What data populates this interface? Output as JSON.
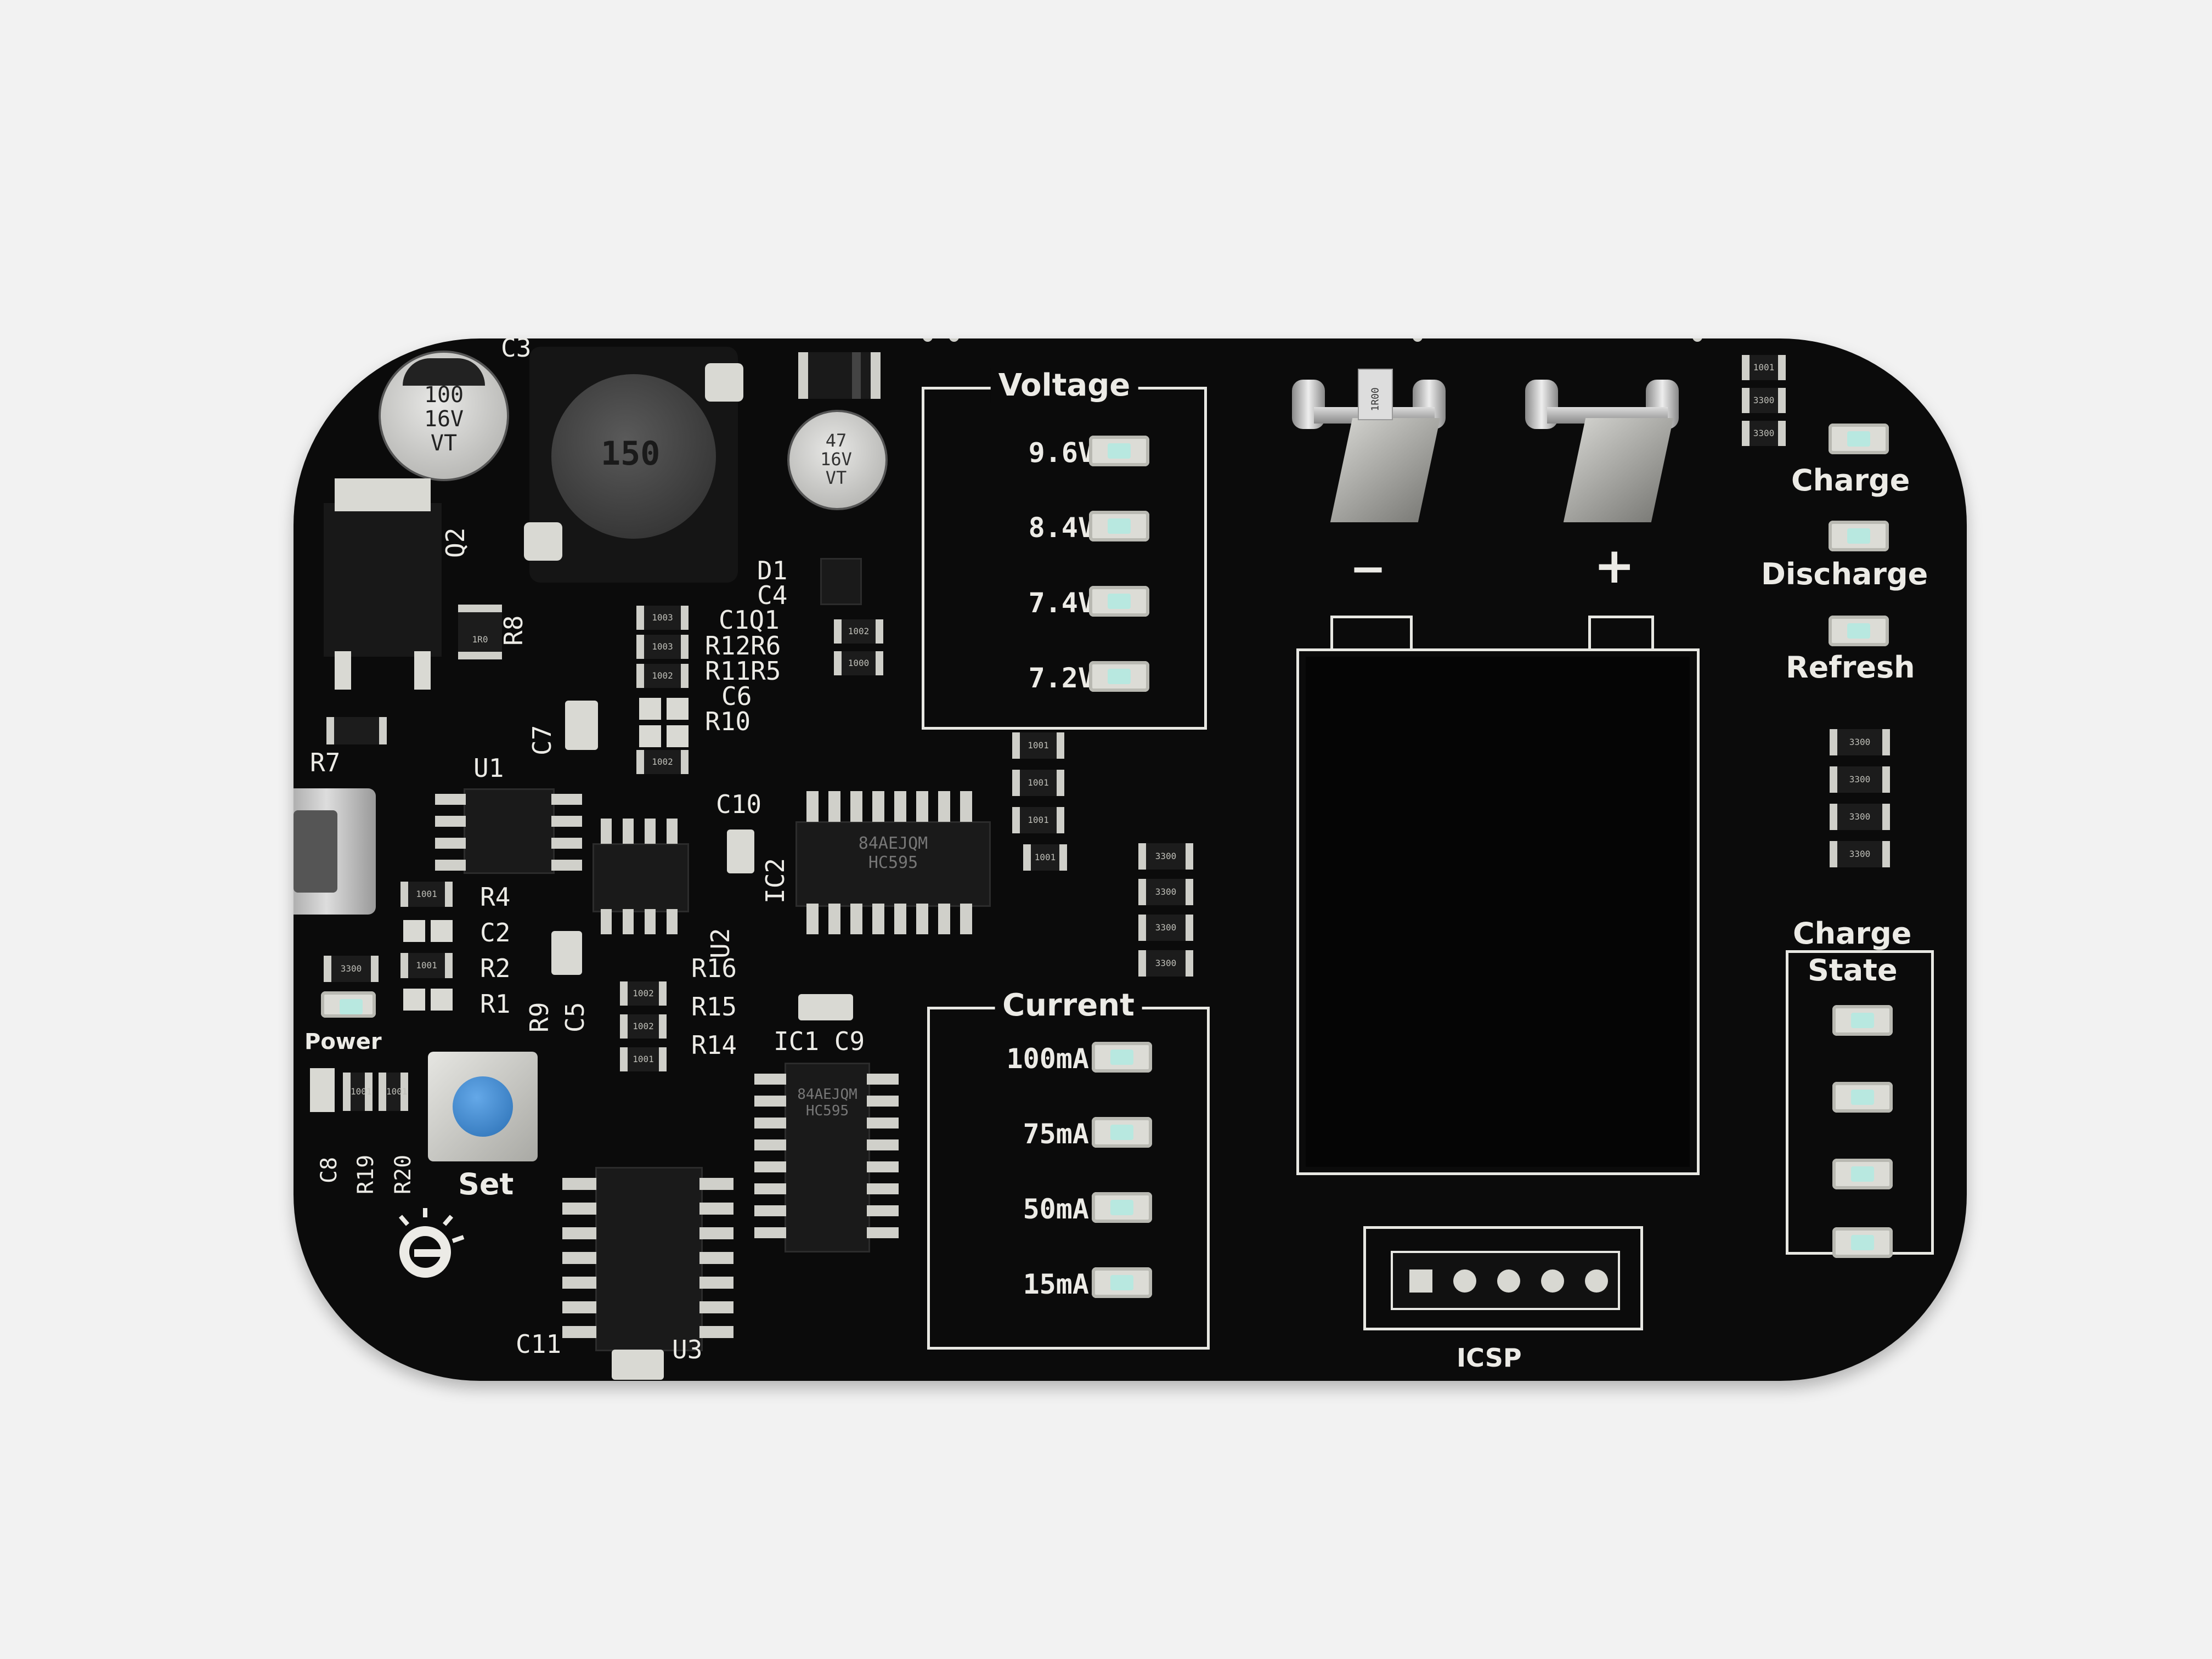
{
  "board": {
    "voltage_section": {
      "title": "Voltage",
      "levels": [
        "9.6V",
        "8.4V",
        "7.4V",
        "7.2V"
      ]
    },
    "current_section": {
      "title": "Current",
      "levels": [
        "100mA",
        "75mA",
        "50mA",
        "15mA"
      ]
    },
    "status_leds": {
      "charge": "Charge",
      "discharge": "Discharge",
      "refresh": "Refresh"
    },
    "charge_state": {
      "title_line1": "Charge",
      "title_line2": "State"
    },
    "labels": {
      "power": "Power",
      "set": "Set",
      "icsp": "ICSP",
      "minus": "−",
      "plus": "+"
    },
    "designators": {
      "c3": "C3",
      "q2": "Q2",
      "r8": "R8",
      "r7": "R7",
      "u1": "U1",
      "c7": "C7",
      "d1": "D1",
      "c4": "C4",
      "c1q1": "C1Q1",
      "r12r6": "R12R6",
      "r11r5": "R11R5",
      "c6": "C6",
      "r10": "R10",
      "c10": "C10",
      "ic2": "IC2",
      "u2": "U2",
      "r4": "R4",
      "c2": "C2",
      "r2": "R2",
      "r1": "R1",
      "r9": "R9",
      "c5": "C5",
      "r16": "R16",
      "r15": "R15",
      "r14": "R14",
      "ic1c9": "IC1 C9",
      "c8": "C8",
      "r19": "R19",
      "r20": "R20",
      "c11": "C11",
      "u3": "U3"
    },
    "components": {
      "cap_c3": [
        "100",
        "16V",
        "VT"
      ],
      "cap_47": [
        "47",
        "16V",
        "VT"
      ],
      "inductor": "150",
      "ic2_marking": [
        "84AEJQM",
        "HC595"
      ],
      "ic1_marking": [
        "84AEJQM",
        "HC595"
      ],
      "shunt": "1R00",
      "res_1001": "1001",
      "res_3300": "3300",
      "res_1002": "1002",
      "res_1003": "1003",
      "res_1000": "1000",
      "res_1r0": "1R0"
    }
  },
  "colors": {
    "board": "#0b0b0b",
    "silkscreen": "#ecebe6",
    "button": "#3a86cf",
    "background": "#f2f2f2"
  }
}
